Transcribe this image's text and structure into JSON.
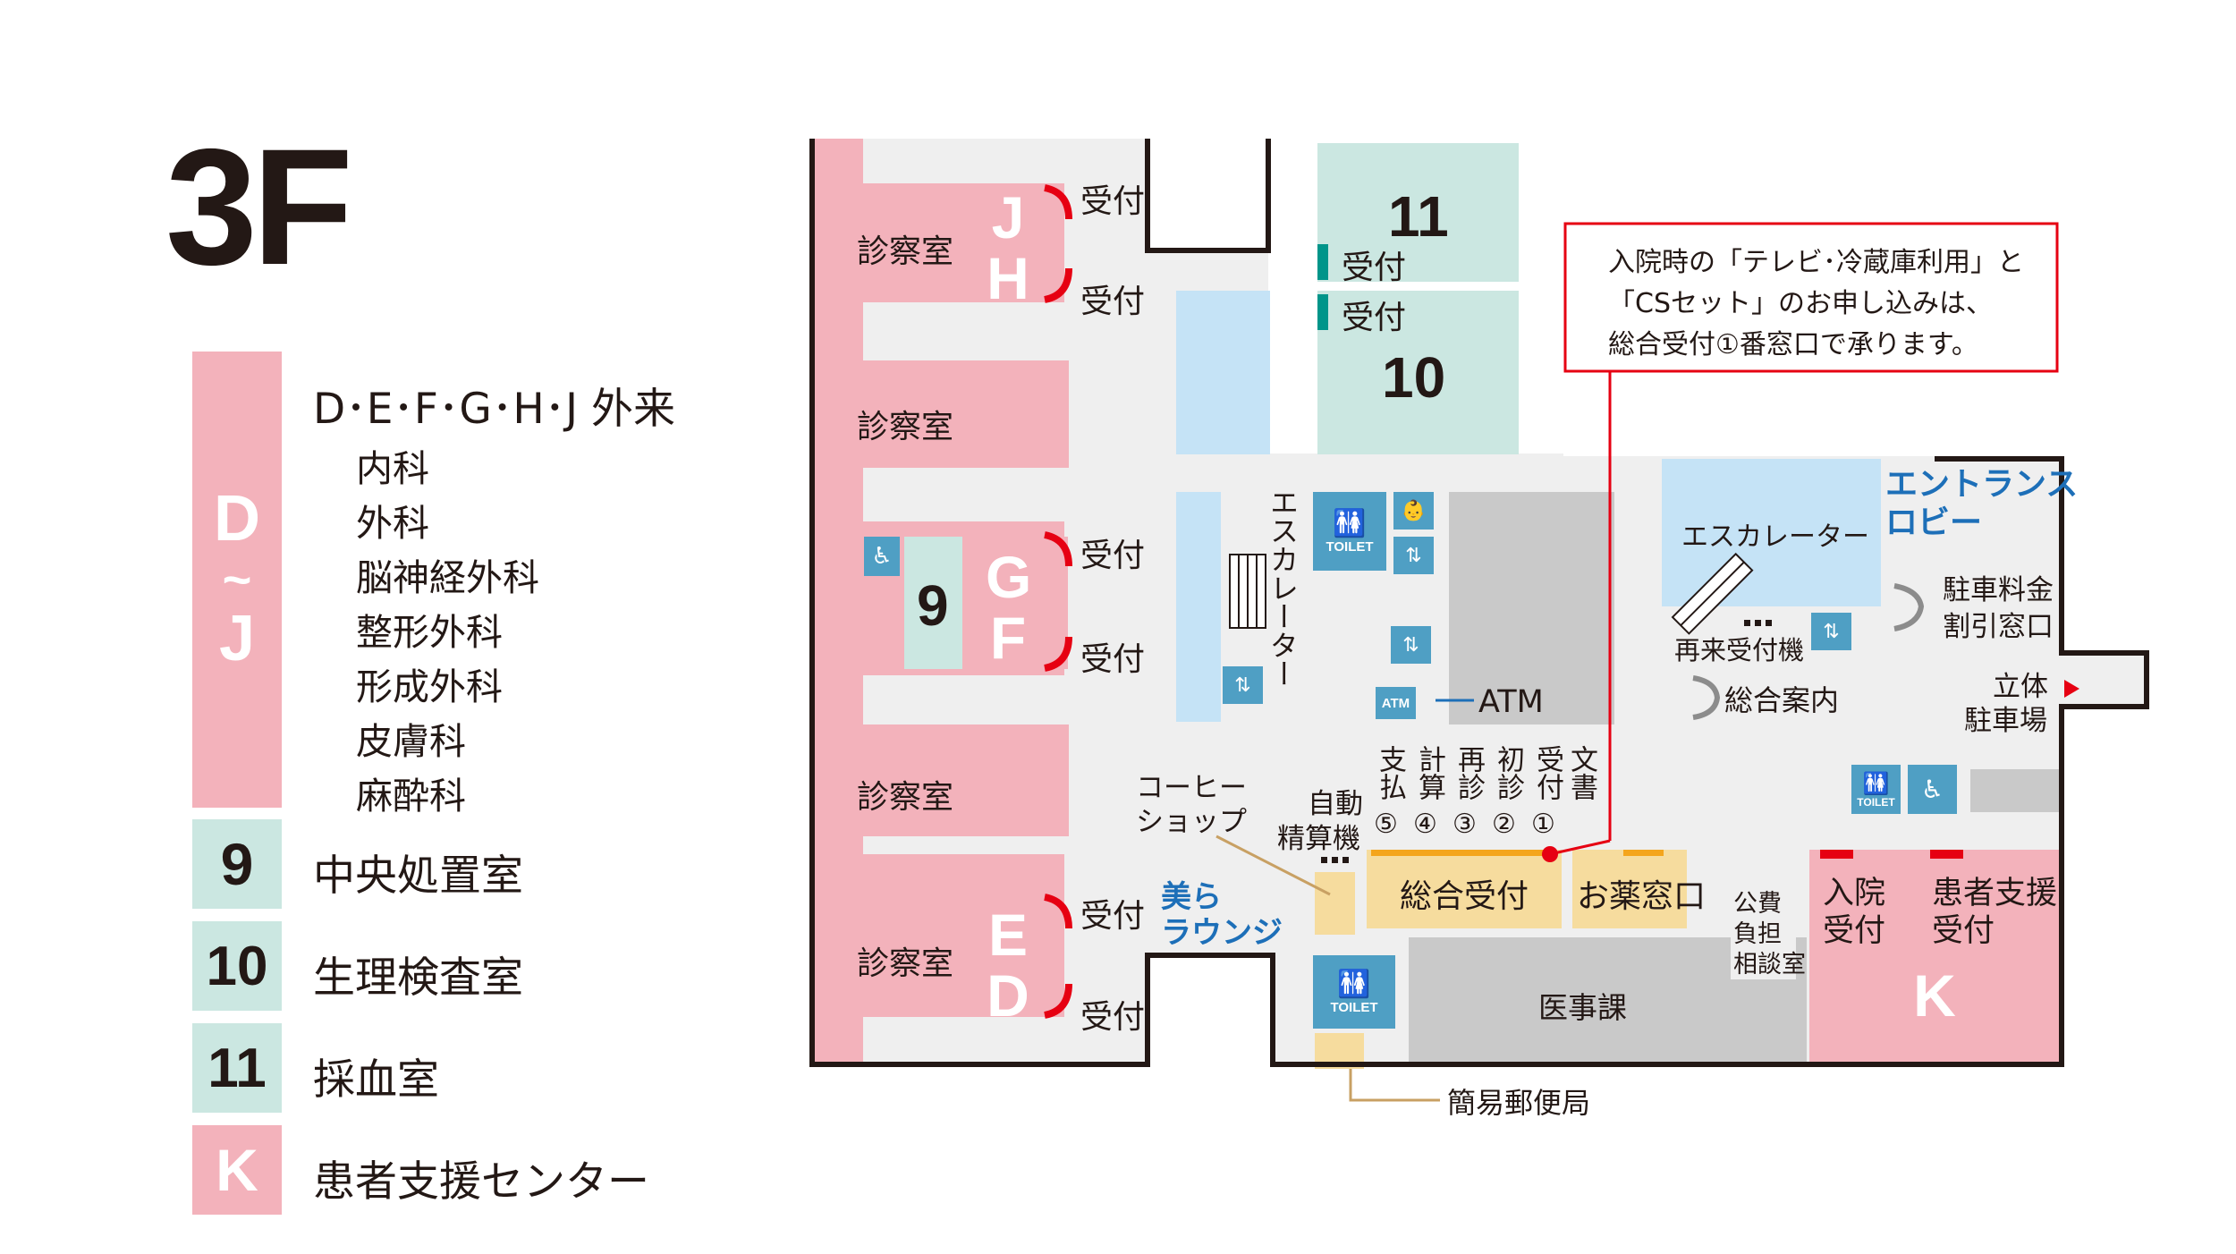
{
  "floor": "3F",
  "legend": {
    "dj": {
      "box_top": "D",
      "box_mid": "~",
      "box_bottom": "J",
      "title": "D･E･F･G･H･J 外来",
      "departments": [
        "内科",
        "外科",
        "脳神経外科",
        "整形外科",
        "形成外科",
        "皮膚科",
        "麻酔科"
      ]
    },
    "items": [
      {
        "code": "9",
        "label": "中央処置室"
      },
      {
        "code": "10",
        "label": "生理検査室"
      },
      {
        "code": "11",
        "label": "採血室"
      },
      {
        "code": "K",
        "label": "患者支援センター"
      }
    ]
  },
  "map": {
    "exam_room": "診察室",
    "reception": "受付",
    "clinic_letters": {
      "J": "J",
      "H": "H",
      "G": "G",
      "F": "F",
      "E": "E",
      "D": "D",
      "K": "K"
    },
    "room_9": "9",
    "room_10": "10",
    "room_11": "11",
    "escalator": "エスカレーター",
    "escalator_2": "エスカレーター",
    "entrance_lobby": [
      "エントランス",
      "ロビー"
    ],
    "parking_discount": [
      "駐車料金",
      "割引窓口"
    ],
    "revisit_machine": "再来受付機",
    "general_info": "総合案内",
    "multistory_parking": [
      "立体",
      "駐車場"
    ],
    "atm": "ATM",
    "coffee_shop": [
      "コーヒー",
      "ショップ"
    ],
    "auto_payment": [
      "自動",
      "精算機"
    ],
    "windows": [
      {
        "label": "支払",
        "num": "⑤"
      },
      {
        "label": "計算",
        "num": "④"
      },
      {
        "label": "再診",
        "num": "③"
      },
      {
        "label": "初診",
        "num": "②"
      },
      {
        "label": "受付",
        "num": "①"
      },
      {
        "label": "文書",
        "num": ""
      }
    ],
    "general_reception": "総合受付",
    "pharmacy_window": "お薬窓口",
    "public_expense": [
      "公費",
      "負担",
      "相談室"
    ],
    "admission": [
      "入院",
      "受付"
    ],
    "patient_support": [
      "患者支援",
      "受付"
    ],
    "lounge": [
      "美ら",
      "ラウンジ"
    ],
    "medical_affairs": "医事課",
    "post_office": "簡易郵便局",
    "toilet": "TOILET",
    "callout": [
      "入院時の「テレビ･冷蔵庫利用」と",
      "「CSセット」のお申し込みは、",
      "総合受付①番窓口で承ります。"
    ]
  },
  "colors": {
    "pink": "#f3b2bb",
    "mint": "#cbe7e1",
    "light_blue": "#c5e3f6",
    "gray_floor": "#efefef",
    "gray_block": "#c9c9c9",
    "sand": "#f6dc9e",
    "icon_blue": "#4f9fc4",
    "red": "#e60012",
    "teal_mark": "#00958a",
    "orange": "#f4a51c",
    "lobby_blue": "#1d6fb8",
    "leader_line": "#c8a063"
  }
}
